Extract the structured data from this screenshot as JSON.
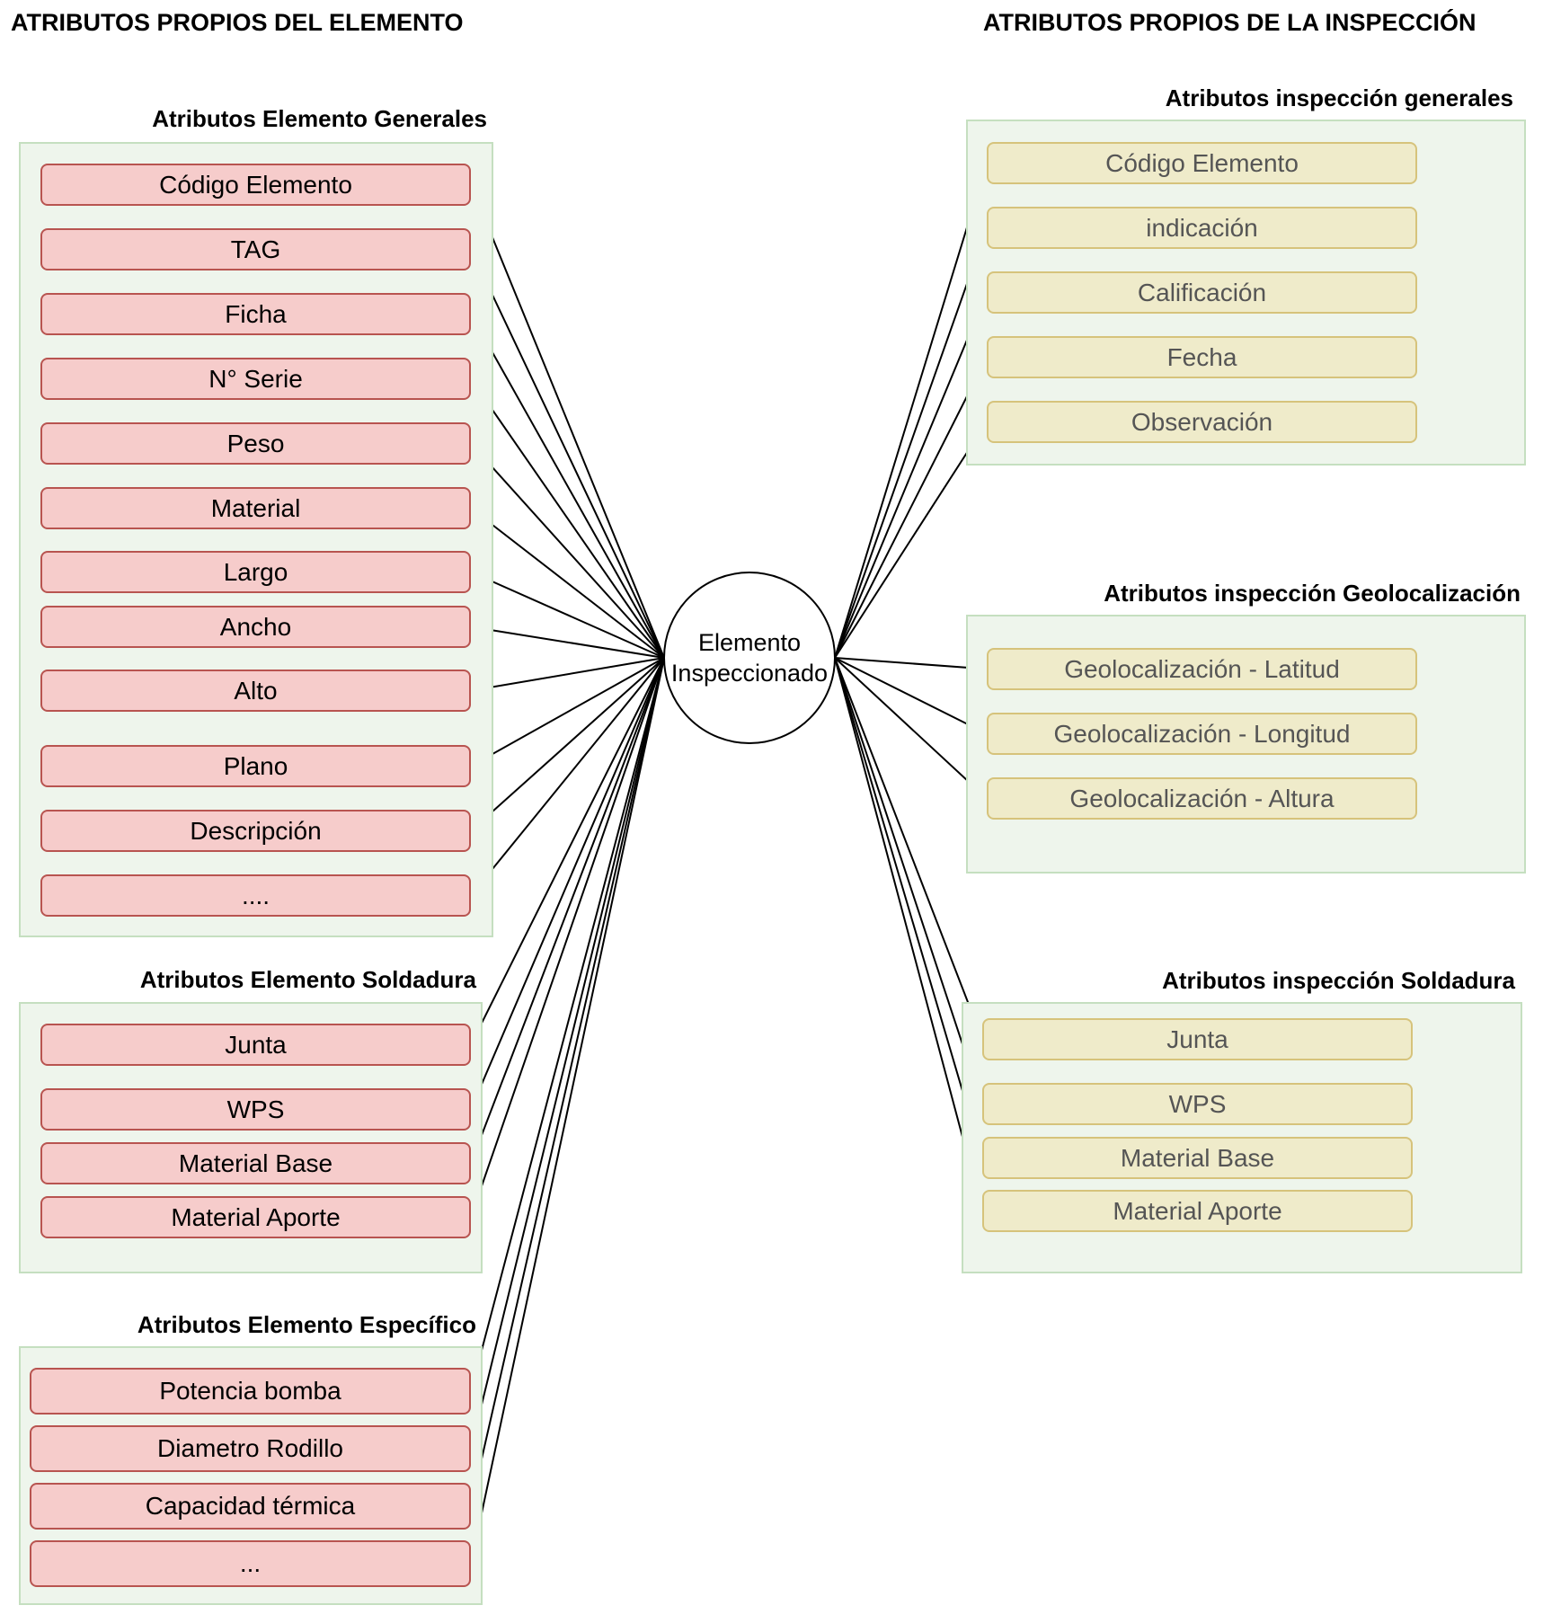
{
  "headings": {
    "left": "ATRIBUTOS PROPIOS DEL ELEMENTO",
    "right": "ATRIBUTOS PROPIOS DE LA INSPECCIÓN"
  },
  "hub": {
    "line1": "Elemento",
    "line2": "Inspeccionado"
  },
  "left_groups": [
    {
      "title": "Atributos Elemento Generales",
      "items": [
        "Código Elemento",
        "TAG",
        "Ficha",
        "N° Serie",
        "Peso",
        "Material",
        "Largo",
        "Ancho",
        "Alto",
        "Plano",
        "Descripción",
        "...."
      ]
    },
    {
      "title": "Atributos Elemento Soldadura",
      "items": [
        "Junta",
        "WPS",
        "Material Base",
        "Material Aporte"
      ]
    },
    {
      "title": "Atributos Elemento Específico",
      "items": [
        "Potencia bomba",
        "Diametro Rodillo",
        "Capacidad térmica",
        "..."
      ]
    }
  ],
  "right_groups": [
    {
      "title": "Atributos inspección generales",
      "items": [
        "Código Elemento",
        "indicación",
        "Calificación",
        "Fecha",
        "Observación"
      ]
    },
    {
      "title": "Atributos inspección Geolocalización",
      "items": [
        "Geolocalización - Latitud",
        "Geolocalización - Longitud",
        "Geolocalización - Altura"
      ]
    },
    {
      "title": "Atributos inspección Soldadura",
      "items": [
        "Junta",
        "WPS",
        "Material Base",
        "Material Aporte"
      ]
    }
  ],
  "colors": {
    "element_fill": "#f6cccb",
    "element_stroke": "#b85450",
    "inspection_fill": "#efebca",
    "inspection_stroke": "#d6c37b",
    "group_fill": "#eef5ec",
    "group_stroke": "#c5dfc0"
  }
}
